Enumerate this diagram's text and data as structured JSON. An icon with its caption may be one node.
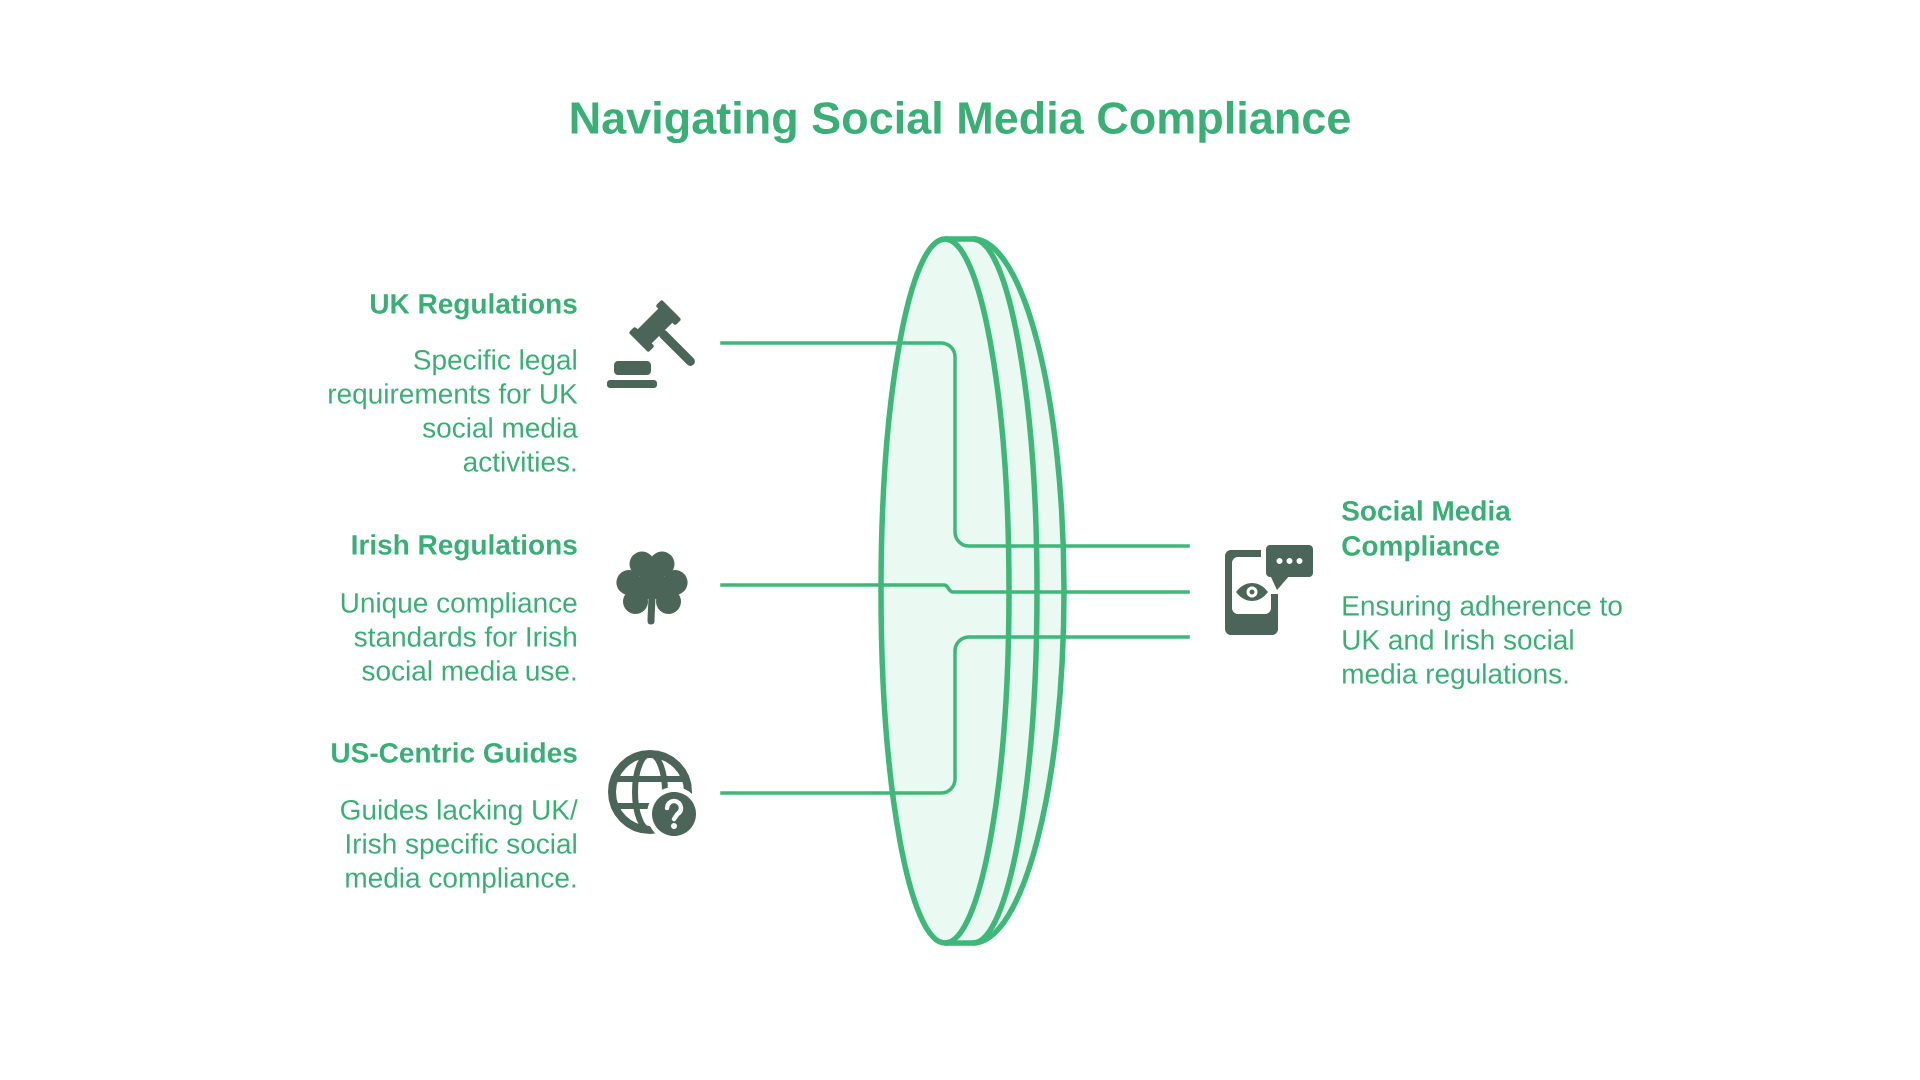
{
  "diagram": {
    "title": "Navigating Social Media Compliance",
    "nodes": [
      {
        "text": [
          "UK Regulations",
          "Specific legal requirements for UK social media activities."
        ]
      },
      {
        "text": [
          "Irish Regulations",
          "Unique compliance standards for Irish social media use."
        ]
      },
      {
        "text": [
          "US-Centric Guides",
          "Guides lacking UK/ Irish specific social media compliance."
        ]
      },
      {
        "text": [
          "Social Media Compliance",
          "Ensuring adherence to UK and Irish social media regulations."
        ]
      }
    ],
    "edges": [
      {
        "from": 0,
        "to": 3,
        "arrow": "none"
      },
      {
        "from": 1,
        "to": 3,
        "arrow": "none"
      },
      {
        "from": 2,
        "to": 3,
        "arrow": "none"
      }
    ]
  }
}
